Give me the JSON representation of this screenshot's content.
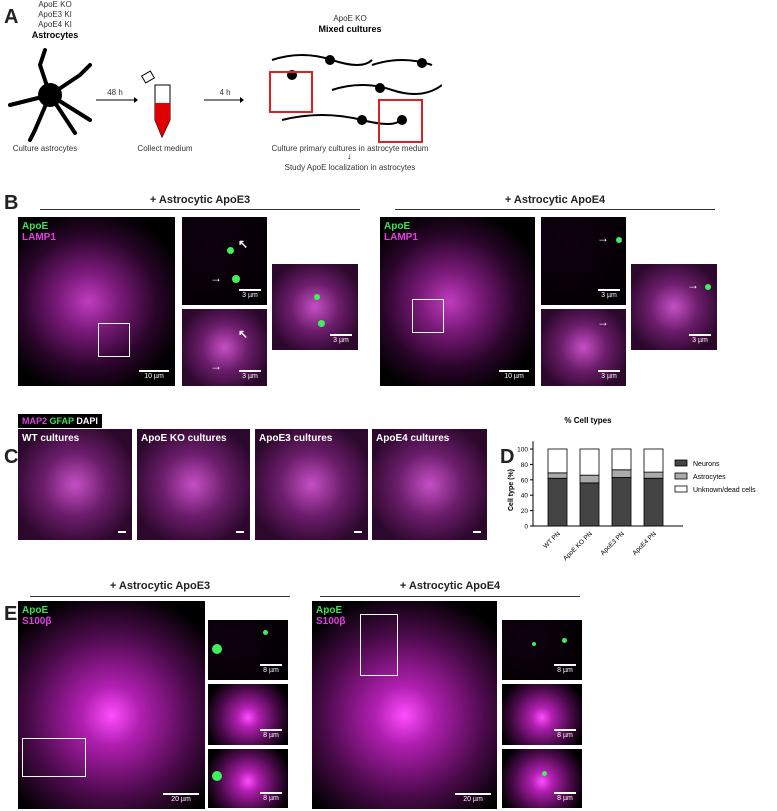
{
  "panelA": {
    "label": "A",
    "genotypes": [
      "ApoE KO",
      "ApoE3 KI",
      "ApoE4 KI"
    ],
    "astro_title": "Astrocytes",
    "step1": "Culture astrocytes",
    "arrow1": "48 h",
    "step2": "Collect medium",
    "arrow2": "4 h",
    "mixed_geno": "ApoE KO",
    "mixed_title": "Mixed cultures",
    "step3": "Culture primary cultures in astrocyte medum",
    "step4": "Study ApoE localization in astrocytes"
  },
  "panelB": {
    "label": "B",
    "left_title": "+ Astrocytic ApoE3",
    "right_title": "+ Astrocytic ApoE4",
    "ch1": "ApoE",
    "ch2": "LAMP1",
    "scale_main": "10 µm",
    "scale_inset": "3 µm"
  },
  "panelC": {
    "label": "C",
    "channels": [
      "MAP2",
      "GFAP",
      "DAPI"
    ],
    "images": [
      "WT cultures",
      "ApoE KO cultures",
      "ApoE3 cultures",
      "ApoE4 cultures"
    ]
  },
  "panelD": {
    "label": "D"
  },
  "chart_data": {
    "type": "bar",
    "stacked": true,
    "title": "% Cell types",
    "ylabel": "Cell type (%)",
    "xlabel": "",
    "categories": [
      "WT PN",
      "ApoE KO PN",
      "ApoE3 PN",
      "ApoE4 PN"
    ],
    "ylim": [
      0,
      110
    ],
    "yticks": [
      0,
      20,
      40,
      60,
      80,
      100
    ],
    "legend": "right",
    "series": [
      {
        "name": "Neurons",
        "values": [
          62,
          56,
          63,
          62
        ],
        "color": "#444444"
      },
      {
        "name": "Astrocytes",
        "values": [
          7,
          10,
          10,
          8
        ],
        "color": "#aaaaaa"
      },
      {
        "name": "Unknown/dead cells",
        "values": [
          31,
          34,
          27,
          30
        ],
        "color": "#ffffff"
      }
    ]
  },
  "panelE": {
    "label": "E",
    "left_title": "+ Astrocytic ApoE3",
    "right_title": "+ Astrocytic ApoE4",
    "ch1": "ApoE",
    "ch2": "S100β",
    "scale_main": "20 µm",
    "scale_inset": "8 µm"
  }
}
